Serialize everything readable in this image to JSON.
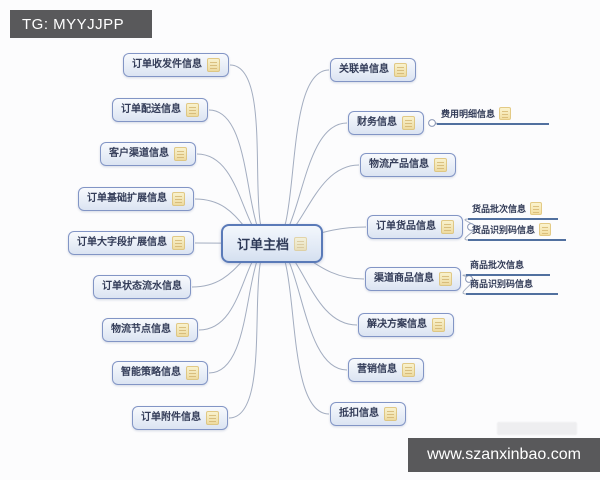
{
  "banners": {
    "top_left": "TG: MYYJJPP",
    "bottom_right": "www.szanxinbao.com"
  },
  "mindmap": {
    "root": {
      "label": "订单主档",
      "icon": true
    },
    "left": [
      {
        "label": "订单收发件信息",
        "icon": true
      },
      {
        "label": "订单配送信息",
        "icon": true
      },
      {
        "label": "客户渠道信息",
        "icon": true
      },
      {
        "label": "订单基础扩展信息",
        "icon": true
      },
      {
        "label": "订单大字段扩展信息",
        "icon": true
      },
      {
        "label": "订单状态流水信息",
        "icon": false
      },
      {
        "label": "物流节点信息",
        "icon": true
      },
      {
        "label": "智能策略信息",
        "icon": true
      },
      {
        "label": "订单附件信息",
        "icon": true
      }
    ],
    "right": [
      {
        "label": "关联单信息",
        "icon": true,
        "children": []
      },
      {
        "label": "财务信息",
        "icon": true,
        "children": [
          {
            "label": "费用明细信息",
            "icon": true
          }
        ]
      },
      {
        "label": "物流产品信息",
        "icon": true,
        "children": []
      },
      {
        "label": "订单货品信息",
        "icon": true,
        "children": [
          {
            "label": "货品批次信息",
            "icon": true
          },
          {
            "label": "货品识别码信息",
            "icon": true
          }
        ]
      },
      {
        "label": "渠道商品信息",
        "icon": true,
        "children": [
          {
            "label": "商品批次信息",
            "icon": false
          },
          {
            "label": "商品识别码信息",
            "icon": false
          }
        ]
      },
      {
        "label": "解决方案信息",
        "icon": true,
        "children": []
      },
      {
        "label": "营销信息",
        "icon": true,
        "children": []
      },
      {
        "label": "抵扣信息",
        "icon": true,
        "children": []
      }
    ]
  },
  "colors": {
    "topic_border": "#8295c5",
    "root_border": "#5a7ab8",
    "connector_line": "#a3adc0",
    "subtopic_underline": "#51709f",
    "notes_icon_fill": "#f1d88c",
    "banner_background": "#59595b",
    "text": "#333c58"
  }
}
